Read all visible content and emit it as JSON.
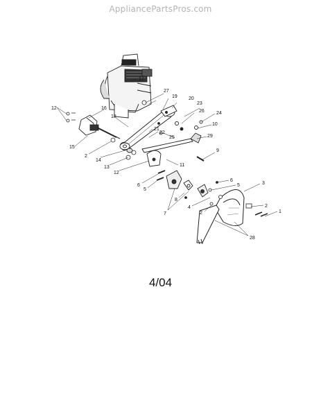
{
  "watermark": "AppliancePartsPros.com",
  "date_code": "4/04",
  "callouts": [
    "1",
    "2",
    "3",
    "4",
    "5",
    "6",
    "7",
    "8",
    "9",
    "10",
    "11",
    "12",
    "13",
    "14",
    "15",
    "16",
    "17",
    "18",
    "19",
    "20",
    "21",
    "22",
    "23",
    "24",
    "25",
    "26",
    "27",
    "28",
    "29"
  ]
}
